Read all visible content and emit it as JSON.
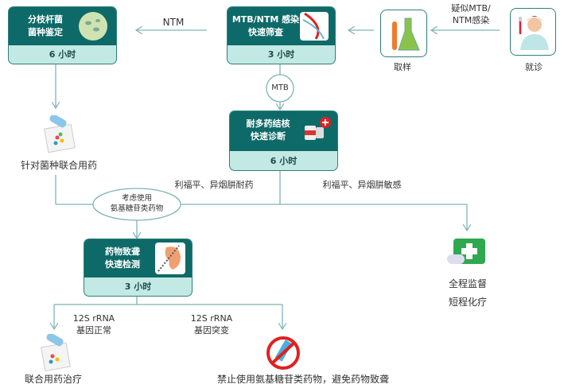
{
  "colors": {
    "dark": "#0e6a68",
    "light": "#c3e9e4",
    "line": "#7fb3b5"
  },
  "patient": {
    "label": "就诊"
  },
  "suspect": {
    "line1": "疑似MTB/",
    "line2": "NTM感染"
  },
  "sample": {
    "label": "取样"
  },
  "screening": {
    "line1": "MTB/NTM 感染",
    "line2": "快速筛查",
    "time": "3 小时"
  },
  "ntm_label": "NTM",
  "identification": {
    "line1": "分枝杆菌",
    "line2": "菌种鉴定",
    "time": "6 小时"
  },
  "mtb_label": "MTB",
  "mdr": {
    "line1": "耐多药结核",
    "line2": "快速诊断",
    "time": "6 小时"
  },
  "targeted": "针对菌种联合用药",
  "resistant": "利福平、异烟肼耐药",
  "sensitive": "利福平、异烟肼敏感",
  "consider": {
    "line1": "考虑使用",
    "line2": "氨基糖苷类药物"
  },
  "ototox": {
    "line1": "药物致聋",
    "line2": "快速检测",
    "time": "3 小时"
  },
  "supervise": {
    "line1": "全程监督",
    "line2": "短程化疗"
  },
  "normal": {
    "line1": "12S rRNA",
    "line2": "基因正常"
  },
  "mutant": {
    "line1": "12S rRNA",
    "line2": "基因突变"
  },
  "combo": "联合用药治疗",
  "forbid": "禁止使用氨基糖苷类药物，避免药物致聋"
}
